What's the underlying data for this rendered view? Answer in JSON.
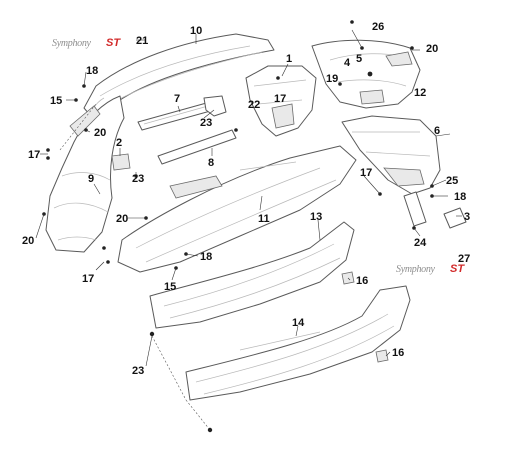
{
  "callouts": {
    "c10": "10",
    "c21": "21",
    "c26": "26",
    "c20a": "20",
    "c18a": "18",
    "c15a": "15",
    "c20b": "20",
    "c1": "1",
    "c5": "5",
    "c4": "4",
    "c19": "19",
    "c7": "7",
    "c17a": "17",
    "c22": "22",
    "c12": "12",
    "c2": "2",
    "c23a": "23",
    "c6": "6",
    "c17b": "17",
    "c8": "8",
    "c23b": "23",
    "c9": "9",
    "c17c": "17",
    "c25": "25",
    "c18b": "18",
    "c20c": "20",
    "c11": "11",
    "c3": "3",
    "c20d": "20",
    "c13": "13",
    "c24": "24",
    "c18c": "18",
    "c17d": "17",
    "c27": "27",
    "c16a": "16",
    "c15b": "15",
    "c14": "14",
    "c23c": "23",
    "c16b": "16"
  },
  "logos": {
    "top": {
      "script": "Symphony",
      "suffix": "ST"
    },
    "bottom": {
      "script": "Symphony",
      "suffix": "ST"
    }
  },
  "colors": {
    "line": "#5a5a5a",
    "brand_red": "#d22a2a",
    "logo_grey": "#8e8e8e"
  }
}
